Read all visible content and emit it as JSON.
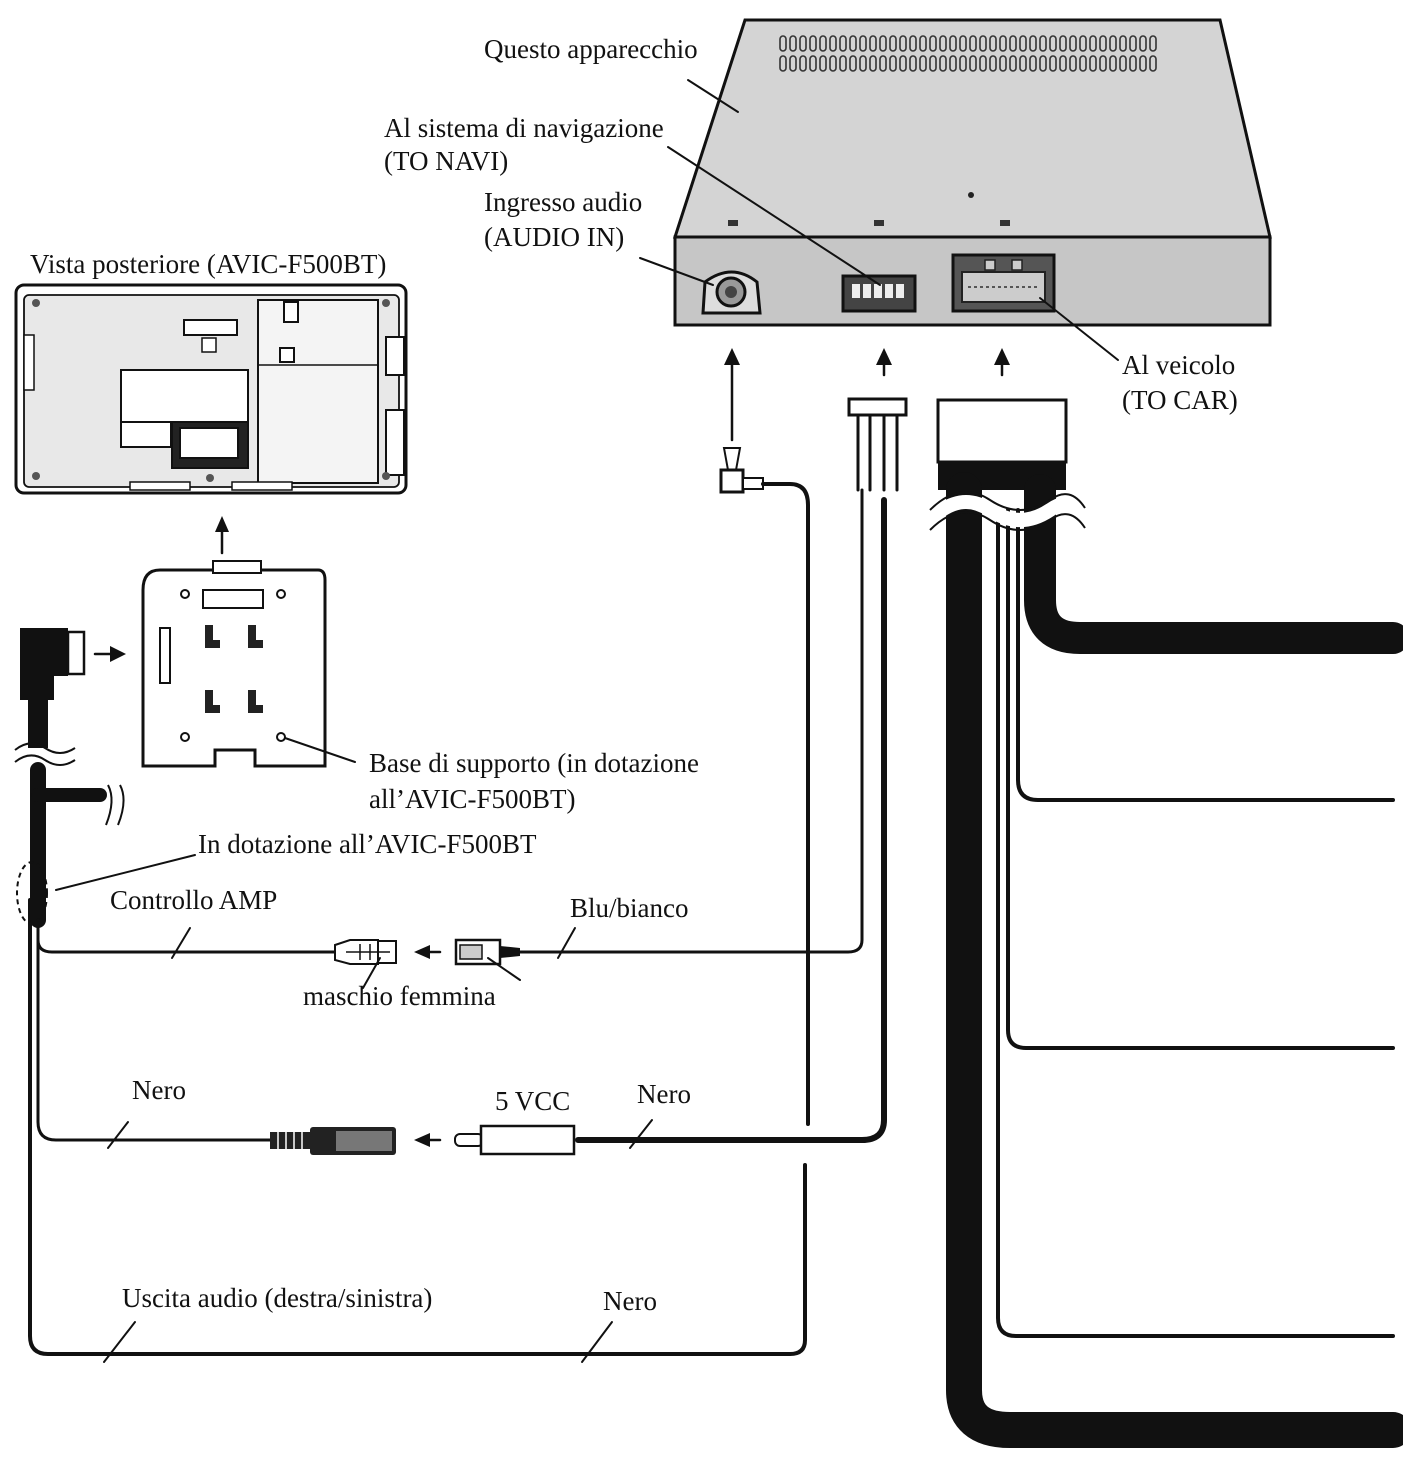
{
  "labels": {
    "unit": "Questo apparecchio",
    "to_navi_1": "Al sistema di navigazione",
    "to_navi_2": "(TO NAVI)",
    "audio_in_1": "Ingresso audio",
    "audio_in_2": "(AUDIO IN)",
    "rear_view": "Vista posteriore (AVIC-F500BT)",
    "to_car_1": "Al veicolo",
    "to_car_2": "(TO CAR)",
    "base_1": "Base di supporto (in dotazione",
    "base_2": "all’AVIC-F500BT)",
    "supplied": "In dotazione all’AVIC-F500BT",
    "amp_control": "Controllo AMP",
    "blue_white": "Blu/bianco",
    "male_female": "maschio femmina",
    "black_1": "Nero",
    "vcc": "5 VCC",
    "black_2": "Nero",
    "audio_out": "Uscita audio (destra/sinistra)",
    "black_3": "Nero"
  },
  "colors": {
    "unit_top": "#d4d4d4",
    "unit_front": "#c6c6c6",
    "line": "#111111"
  }
}
